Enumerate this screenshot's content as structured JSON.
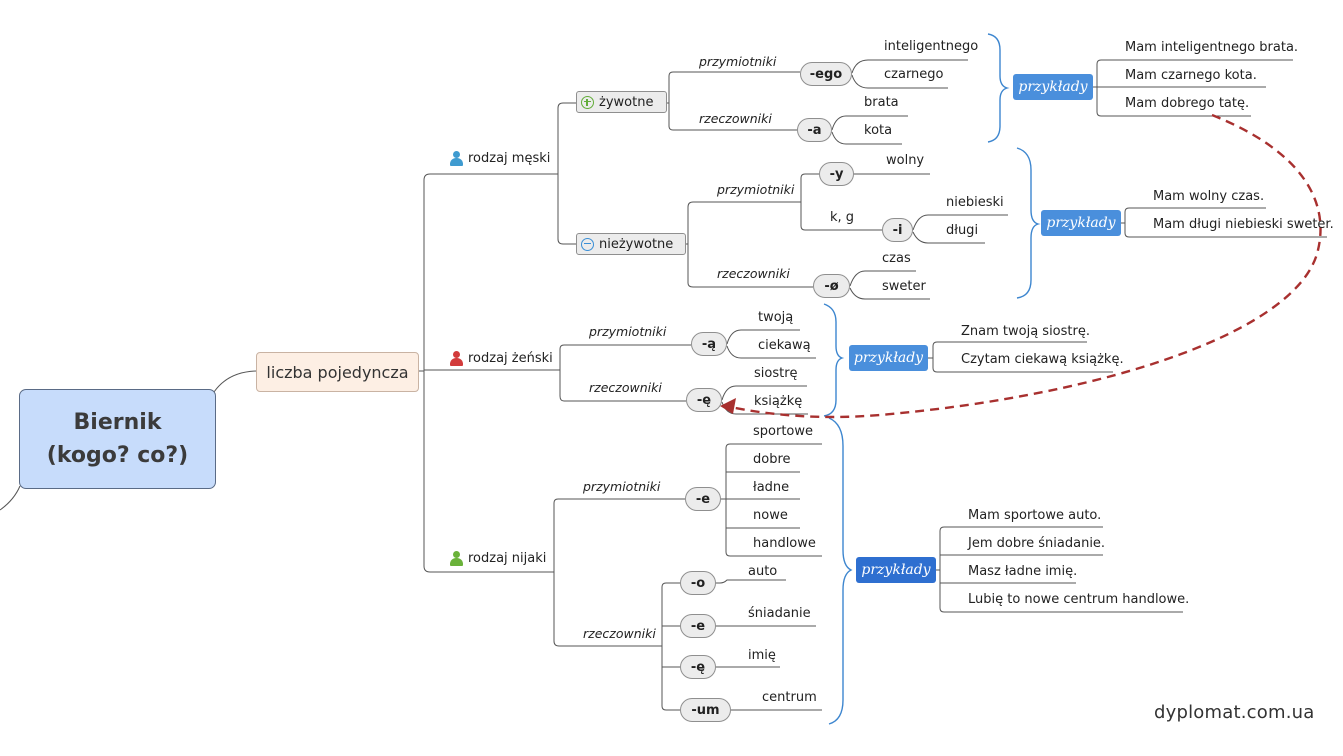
{
  "root": {
    "line1": "Biernik",
    "line2": "(kogo? co?)"
  },
  "level1": "liczba pojedyncza",
  "colors": {
    "root_fill": "#c7dcfb",
    "level1_fill": "#fdefe4",
    "examples_fill": "#4a8fdc",
    "arrow": "#b03030",
    "male_icon": "#3f9bd0",
    "female_icon": "#d23b3b",
    "neuter_icon": "#6ab23a"
  },
  "genders": {
    "masculine": "rodzaj męski",
    "feminine": "rodzaj żeński",
    "neuter": "rodzaj nijaki"
  },
  "masculine": {
    "animate": {
      "label": "żywotne",
      "icon": "plus-circle-icon",
      "adj_label": "przymiotniki",
      "adj_ending": "-ego",
      "adj_words": [
        "inteligentnego",
        "czarnego"
      ],
      "noun_label": "rzeczowniki",
      "noun_ending": "-a",
      "noun_words": [
        "brata",
        "kota"
      ],
      "examples_label": "przykłady",
      "examples": [
        "Mam inteligentnego brata.",
        "Mam czarnego kota.",
        "Mam dobrego tatę."
      ]
    },
    "inanimate": {
      "label": "nieżywotne",
      "icon": "minus-circle-icon",
      "adj_label": "przymiotniki",
      "adj_ending_y": "-y",
      "adj_words_y": [
        "wolny"
      ],
      "kg_label": "k, g",
      "adj_ending_i": "-i",
      "adj_words_i": [
        "niebieski",
        "długi"
      ],
      "noun_label": "rzeczowniki",
      "noun_ending": "-ø",
      "noun_words": [
        "czas",
        "sweter"
      ],
      "examples_label": "przykłady",
      "examples": [
        "Mam wolny czas.",
        "Mam długi niebieski sweter."
      ]
    }
  },
  "feminine": {
    "adj_label": "przymiotniki",
    "adj_ending": "-ą",
    "adj_words": [
      "twoją",
      "ciekawą"
    ],
    "noun_label": "rzeczowniki",
    "noun_ending": "-ę",
    "noun_words": [
      "siostrę",
      "książkę"
    ],
    "examples_label": "przykłady",
    "examples": [
      "Znam twoją siostrę.",
      "Czytam ciekawą książkę."
    ]
  },
  "neuter": {
    "adj_label": "przymiotniki",
    "adj_ending": "-e",
    "adj_words": [
      "sportowe",
      "dobre",
      "ładne",
      "nowe",
      "handlowe"
    ],
    "noun_label": "rzeczowniki",
    "noun_endings": [
      "-o",
      "-e",
      "-ę",
      "-um"
    ],
    "noun_words": [
      "auto",
      "śniadanie",
      "imię",
      "centrum"
    ],
    "examples_label": "przykłady",
    "examples": [
      "Mam sportowe auto.",
      "Jem dobre śniadanie.",
      "Masz ładne imię.",
      "Lubię to nowe centrum handlowe."
    ]
  },
  "watermark": "dyplomat.com.ua"
}
